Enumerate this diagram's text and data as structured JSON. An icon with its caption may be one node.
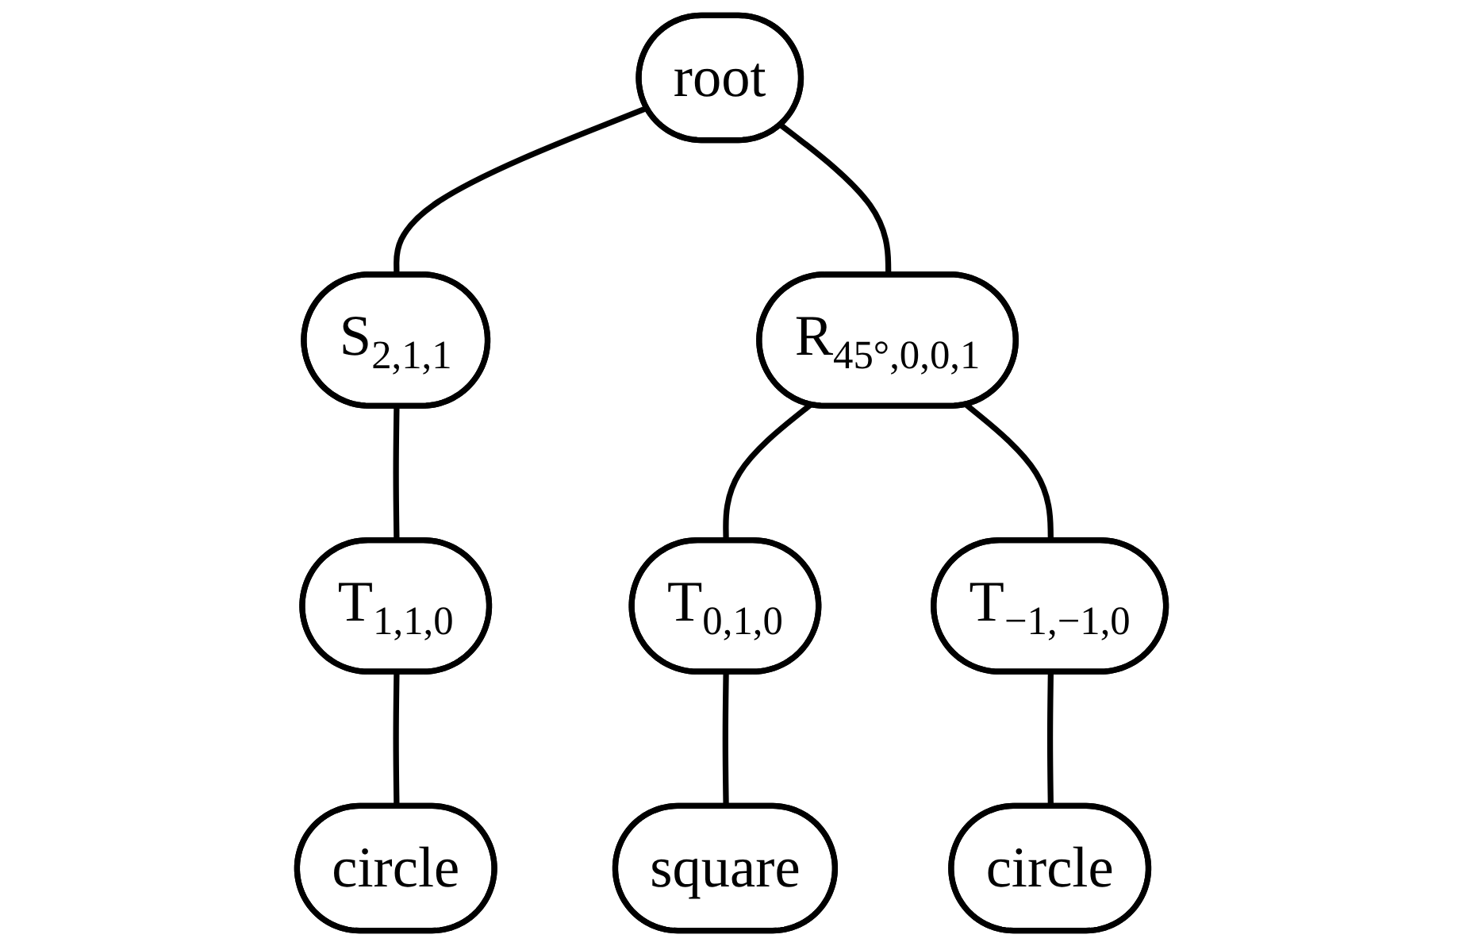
{
  "diagram": {
    "nodes": [
      {
        "text": [
          "root"
        ]
      },
      {
        "text": [
          "S$_{2,1,1}$"
        ]
      },
      {
        "text": [
          "R$_{45°,0,0,1}$"
        ]
      },
      {
        "text": [
          "T$_{1,1,0}$"
        ]
      },
      {
        "text": [
          "T$_{0,1,0}$"
        ]
      },
      {
        "text": [
          "T$_{−1,−1,0}$"
        ]
      },
      {
        "text": [
          "circle"
        ]
      },
      {
        "text": [
          "square"
        ]
      },
      {
        "text": [
          "circle"
        ]
      }
    ],
    "edges": [
      {
        "from": 0,
        "to": 1,
        "arrow": "none"
      },
      {
        "from": 0,
        "to": 2,
        "arrow": "none"
      },
      {
        "from": 1,
        "to": 3,
        "arrow": "none"
      },
      {
        "from": 2,
        "to": 4,
        "arrow": "none"
      },
      {
        "from": 2,
        "to": 5,
        "arrow": "none"
      },
      {
        "from": 3,
        "to": 6,
        "arrow": "none"
      },
      {
        "from": 4,
        "to": 7,
        "arrow": "none"
      },
      {
        "from": 5,
        "to": 8,
        "arrow": "none"
      }
    ]
  }
}
